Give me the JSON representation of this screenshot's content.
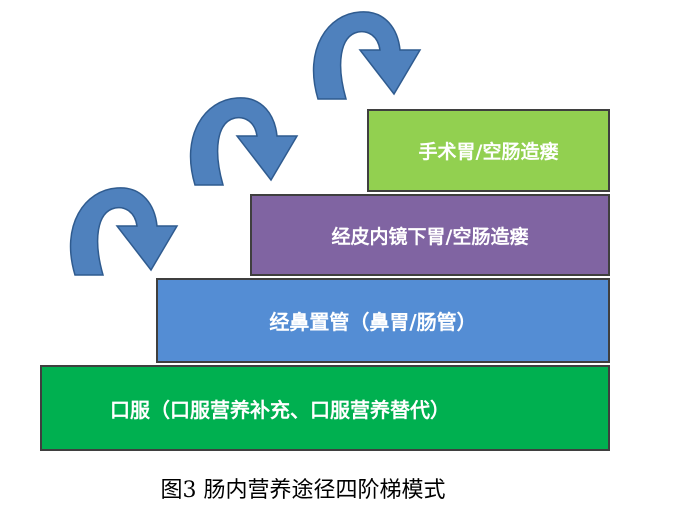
{
  "steps": [
    {
      "label": "口服（口服营养补充、口服营养替代）",
      "color": "#00b050"
    },
    {
      "label": "经鼻置管（鼻胃/肠管）",
      "color": "#548dd4"
    },
    {
      "label": "经皮内镜下胃/空肠造瘘",
      "color": "#8064a2"
    },
    {
      "label": "手术胃/空肠造瘘",
      "color": "#92d050"
    }
  ],
  "arrows": {
    "icon": "curved-arrow-icon",
    "fill": "#4f81bd",
    "stroke": "#2f5b8f"
  },
  "caption": "图3 肠内营养途径四阶梯模式"
}
